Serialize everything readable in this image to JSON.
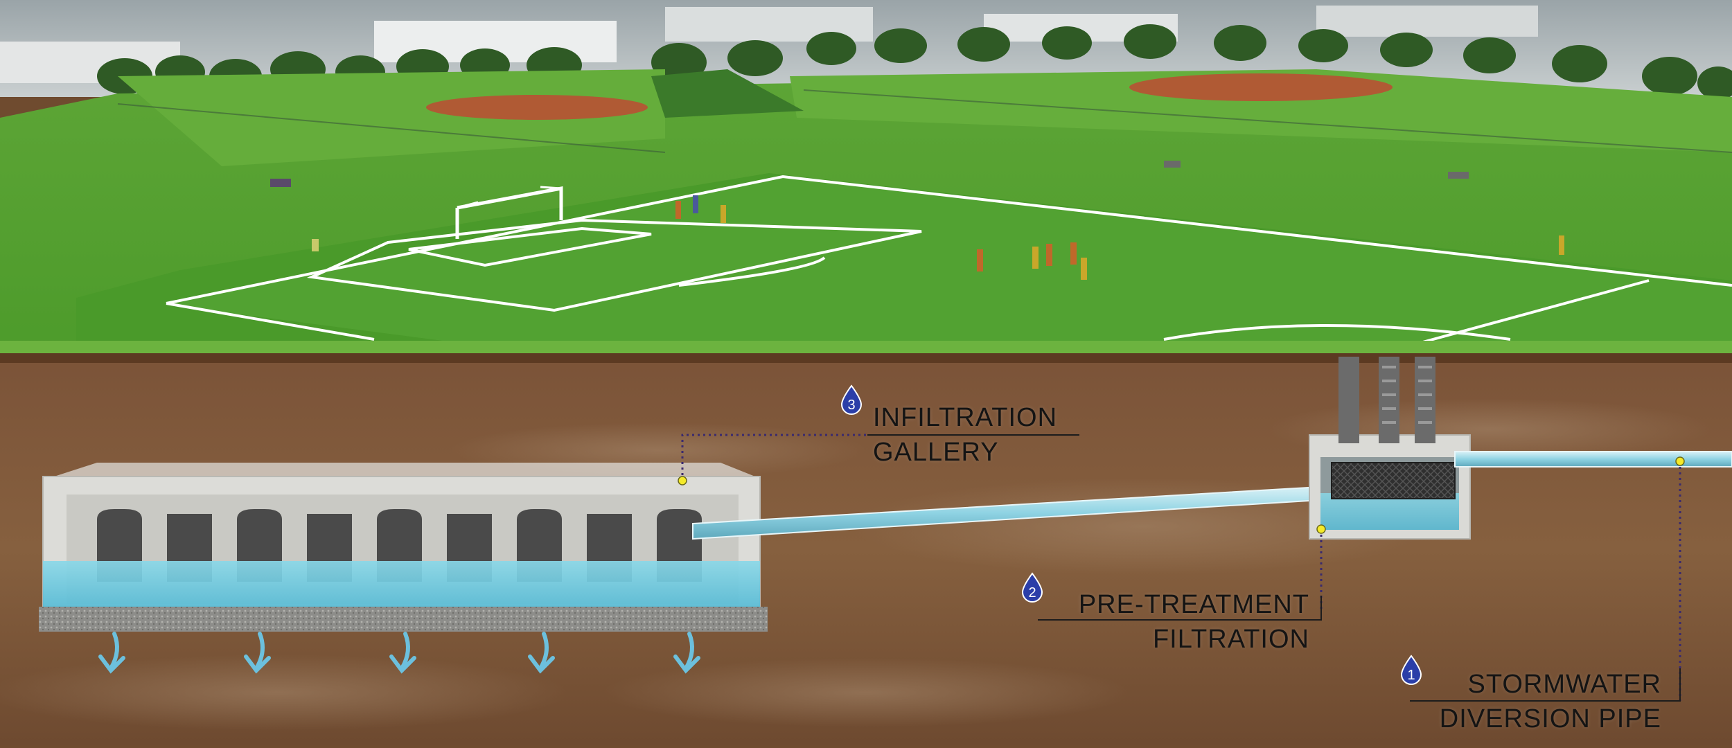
{
  "colors": {
    "grass": "#4f9a2e",
    "grass_light": "#6cb33f",
    "soil": "#7a5236",
    "soil_dark": "#5e3d25",
    "infield": "#b25a34",
    "concrete": "#d9d9d6",
    "water": "#6ccbe0",
    "pipe": "#a9dfe9",
    "leader_line": "#3a2a6e",
    "marker_dot": "#f4ea2a",
    "drop_icon": "#2b3ea8"
  },
  "callouts": [
    {
      "id": "infiltration-gallery",
      "number": "3",
      "lines": [
        "INFILTRATION",
        "GALLERY"
      ]
    },
    {
      "id": "pre-treatment-filtration",
      "number": "2",
      "lines": [
        "PRE-TREATMENT",
        "FILTRATION"
      ]
    },
    {
      "id": "stormwater-diversion-pipe",
      "number": "1",
      "lines": [
        "STORMWATER",
        "DIVERSION PIPE"
      ]
    }
  ],
  "icons": {
    "callout_marker": "water-drop-icon",
    "infiltration_arrow": "down-arrow-icon"
  }
}
